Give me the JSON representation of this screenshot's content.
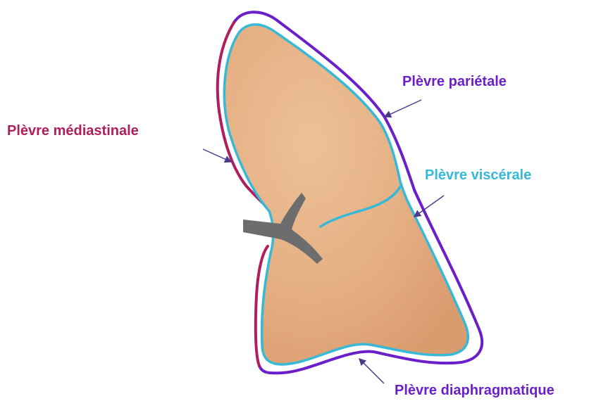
{
  "labels": {
    "parietale": "Plèvre pariétale",
    "mediastinale": "Plèvre médiastinale",
    "viscerale": "Plèvre viscérale",
    "diaphragmatique": "Plèvre diaphragmatique"
  },
  "colors": {
    "parietale": "#6a1fc8",
    "mediastinale": "#b01f5c",
    "viscerale": "#35b9d6",
    "diaphragmatique": "#6a1fc8",
    "lung_fill": "#e7b184",
    "bronchus": "#6d6d6d",
    "arrow": "#4b3a8c"
  }
}
